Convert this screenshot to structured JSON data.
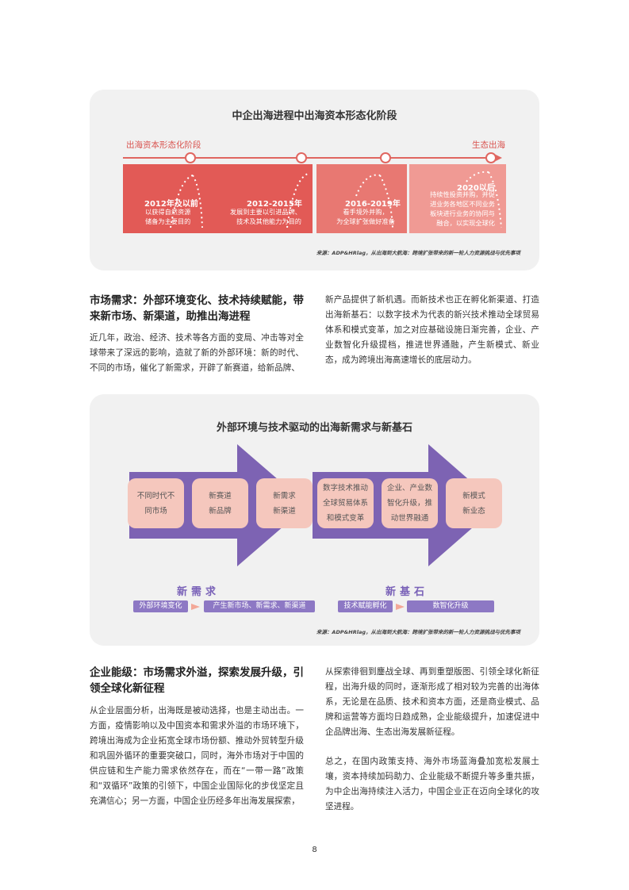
{
  "panel1": {
    "title": "中企出海进程中出海资本形态化阶段",
    "left_label": "出海资本形态化阶段",
    "right_label": "生态出海",
    "stages": [
      {
        "title": "2012年及以前",
        "desc": "以获得自然资源\n储备为主要目的",
        "color": "#e25a56"
      },
      {
        "title": "2012-2015年",
        "desc": "发展到主要以引进品牌、\n技术及其他能力为目的",
        "color": "#e25a56"
      },
      {
        "title": "2016-2019年",
        "desc": "看手境外并购，\n为全球扩张做好准备",
        "color": "#e87872"
      },
      {
        "title": "2020以后",
        "desc": "持续性投资并购，并促\n进业务各地区不同业务\n板块进行业务的协同与\n融合，以实现全球化",
        "color": "#f09a94"
      }
    ],
    "source": "来源：ADP&HRlag，从出海到大航海：跨境扩张带来的新一轮人力资源挑战与优先事项"
  },
  "section1": {
    "heading": "市场需求：外部环境变化、技术持续赋能，带来新市场、新渠道，助推出海进程",
    "left_text": "近几年，政治、经济、技术等各方面的变局、冲击等对全球带来了深远的影响，造就了新的外部环境：新的时代、不同的市场，催化了新需求，开辟了新赛道，给新品牌、",
    "right_text": "新产品提供了新机遇。而新技术也正在孵化新渠道、打造出海新基石：以数字技术为代表的新兴技术推动全球贸易体系和模式变革，加之对应基础设施日渐完善，企业、产业数智化升级提档，推进世界通融，产生新模式、新业态，成为跨境出海高速增长的底层动力。"
  },
  "panel2": {
    "title": "外部环境与技术驱动的出海新需求与新基石",
    "boxes_left": [
      "不同时代不\n同市场",
      "新赛道\n新品牌",
      "新需求\n新渠道"
    ],
    "boxes_right": [
      "数字技术推动\n全球贸易体系\n和模式变革",
      "企业、产业数\n智化升级，推\n动世界融通",
      "新模式\n新业态"
    ],
    "tag_left": "新需求",
    "tag_right": "新基石",
    "chips_left": [
      "外部环境变化",
      "产生新市场、新需求、新渠道"
    ],
    "chips_right": [
      "技术赋能孵化",
      "数智化升级"
    ],
    "source": "来源：ADP&HRlag，从出海到大航海：跨境扩张带来的新一轮人力资源挑战与优先事项"
  },
  "section2": {
    "heading": "企业能级：市场需求外溢，探索发展升级，引领全球化新征程",
    "left_text": "从企业层面分析，出海既是被动选择，也是主动出击。一方面，疫情影响以及中国资本和需求外溢的市场环境下，跨境出海成为企业拓宽全球市场份额、推动外贸转型升级和巩固外循环的重要突破口，同时，海外市场对于中国的供应链和生产能力需求依然存在，而在“一带一路”政策和“双循环”政策的引领下，中国企业国际化的步伐坚定且充满信心；另一方面，中国企业历经多年出海发展探索，",
    "right_text1": "从探索徘徊到鏖战全球、再到重塑版图、引领全球化新征程，出海升级的同时，逐渐形成了相对较为完善的出海体系，无论是在品质、技术和资本方面，还是商业模式、品牌和运营等方面均日趋成熟，企业能级提升，加速促进中企品牌出海、生态出海发展新征程。",
    "right_text2": "总之，在国内政策支持、海外市场蓝海叠加宽松发展土壤，资本持续加码助力、企业能级不断提升等多重共振，为中企出海持续注入活力，中国企业正在迈向全球化的攻坚进程。"
  },
  "page_number": "8"
}
